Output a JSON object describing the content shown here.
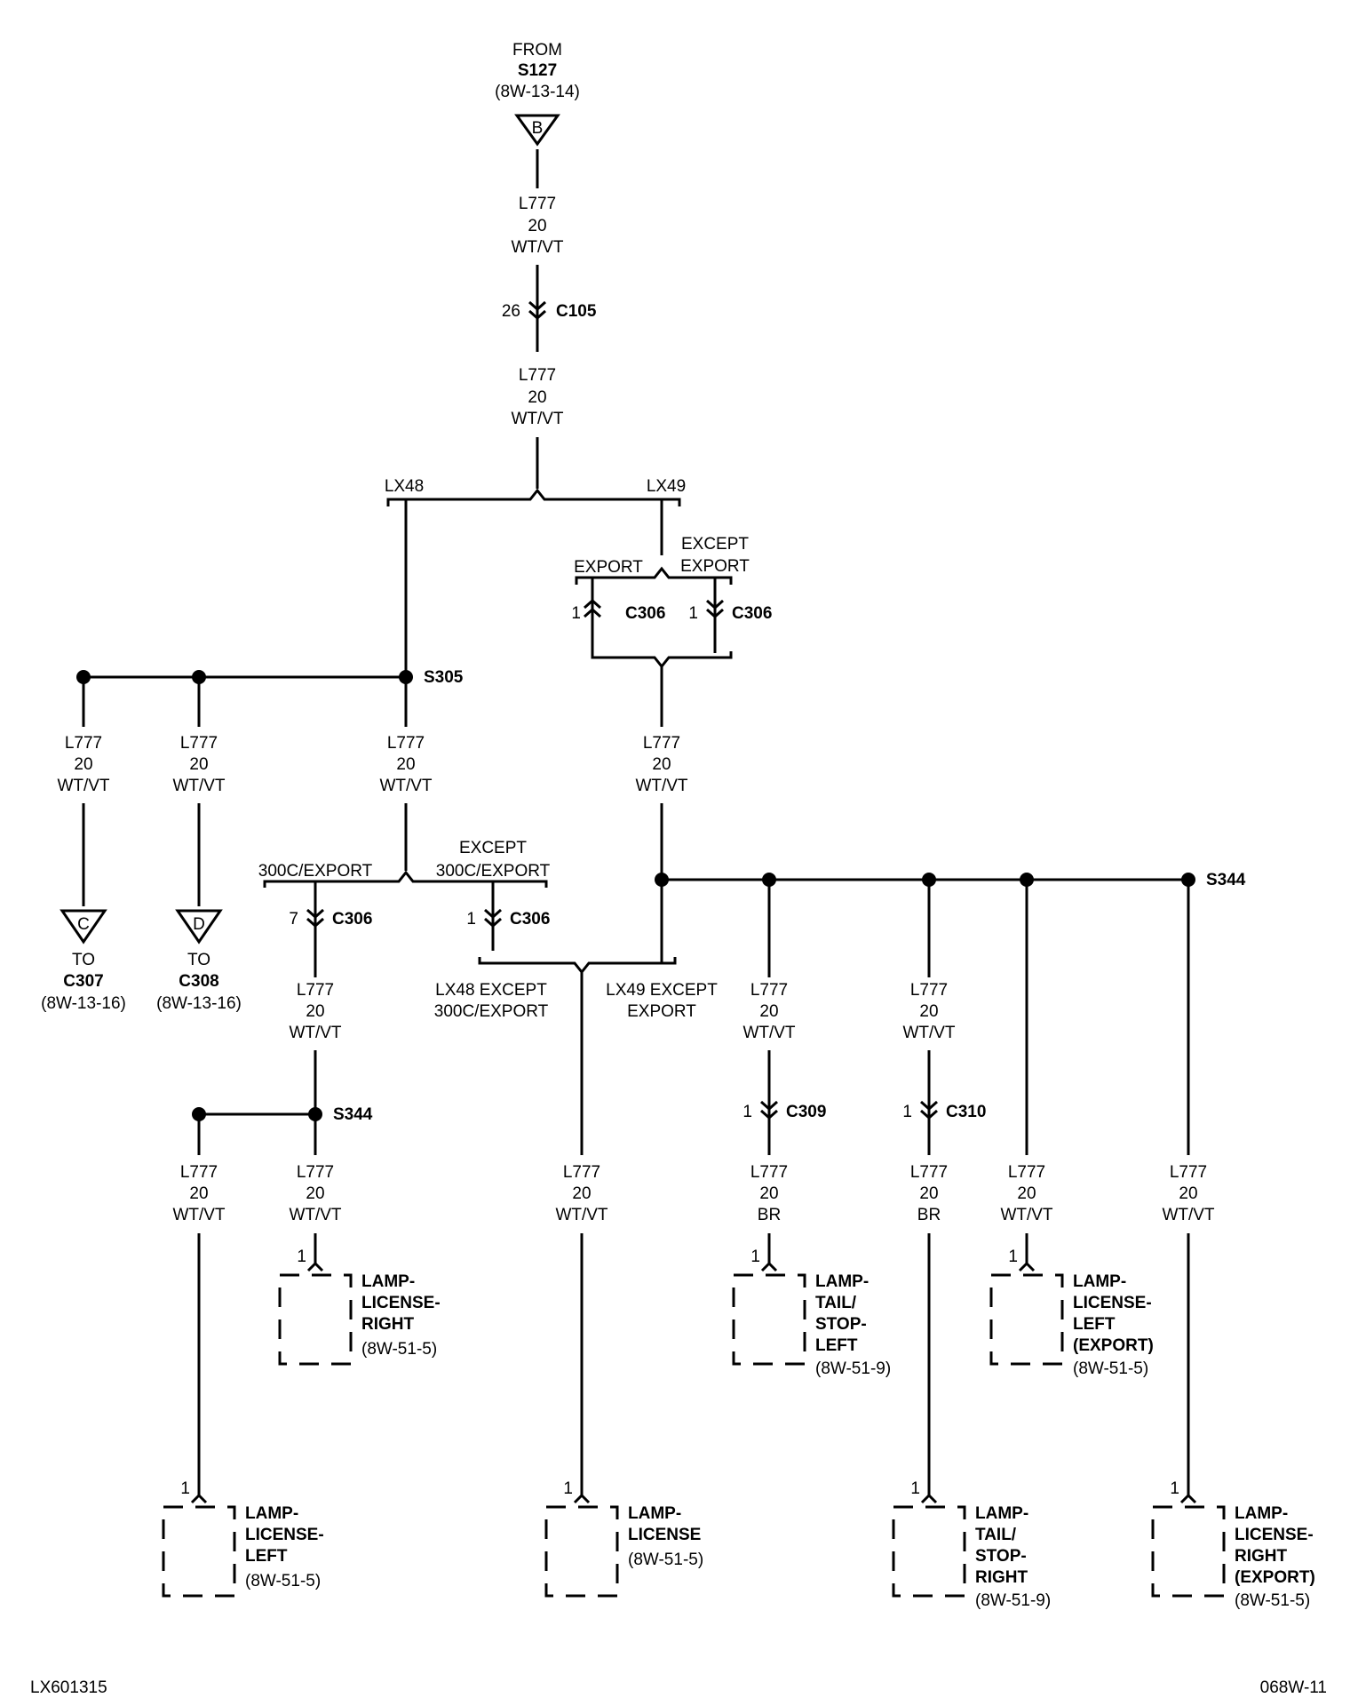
{
  "wire": {
    "circuit": "L777",
    "gauge": "20",
    "color_wtvt": "WT/VT",
    "color_br": "BR"
  },
  "top_source": {
    "from": "FROM",
    "splice": "S127",
    "ref": "(8W-13-14)",
    "tri_letter": "B"
  },
  "connectors": {
    "c105": "C105",
    "c105_pin": "26",
    "c306": "C306",
    "c309": "C309",
    "c310": "C310",
    "pin1": "1",
    "pin7": "7"
  },
  "splices": {
    "s305": "S305",
    "s344": "S344"
  },
  "branches": {
    "lx48": "LX48",
    "lx49": "LX49",
    "export": "EXPORT",
    "except": "EXCEPT",
    "except_export": "EXPORT",
    "c300_export": "300C/EXPORT",
    "except2": "EXCEPT",
    "except2_b": "300C/EXPORT",
    "lx48_except": "LX48 EXCEPT",
    "lx48_except_b": "300C/EXPORT",
    "lx49_except": "LX49 EXCEPT",
    "lx49_except_b": "EXPORT"
  },
  "destinations": {
    "to": "TO",
    "c307": "C307",
    "c307_ref": "(8W-13-16)",
    "c307_letter": "C",
    "c308": "C308",
    "c308_ref": "(8W-13-16)",
    "c308_letter": "D"
  },
  "lamps": {
    "lr": [
      "LAMP-",
      "LICENSE-",
      "RIGHT",
      "(8W-51-5)"
    ],
    "ll": [
      "LAMP-",
      "LICENSE-",
      "LEFT",
      "(8W-51-5)"
    ],
    "lc": [
      "LAMP-",
      "LICENSE",
      "(8W-51-5)"
    ],
    "tsl": [
      "LAMP-",
      "TAIL/",
      "STOP-",
      "LEFT",
      "(8W-51-9)"
    ],
    "tsr": [
      "LAMP-",
      "TAIL/",
      "STOP-",
      "RIGHT",
      "(8W-51-9)"
    ],
    "lle": [
      "LAMP-",
      "LICENSE-",
      "LEFT",
      "(EXPORT)",
      "(8W-51-5)"
    ],
    "lre": [
      "LAMP-",
      "LICENSE-",
      "RIGHT",
      "(EXPORT)",
      "(8W-51-5)"
    ]
  },
  "footer": {
    "left_code": "LX601315",
    "right_code": "068W-11"
  }
}
